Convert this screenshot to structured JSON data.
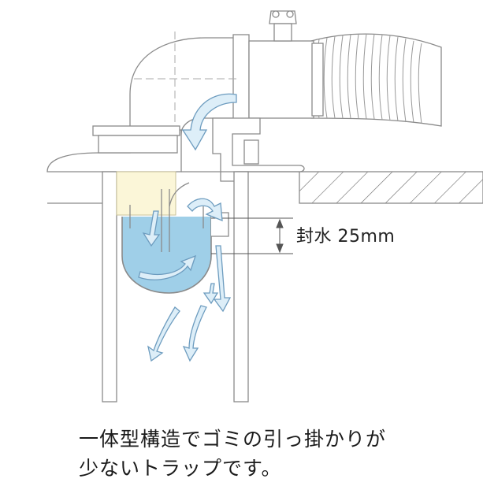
{
  "labels": {
    "water_seal": "封水 25mm"
  },
  "caption": {
    "line1": "一体型構造でゴミの引っ掛かりが",
    "line2": "少ないトラップです。"
  },
  "colors": {
    "line": "#8a8a8a",
    "water": "#9fcfe8",
    "water_edge": "#6fb1d6",
    "arrow_fill": "#ddeef8",
    "arrow_stroke": "#6d9cbf",
    "insulation": "#fbf6d8",
    "hatch": "#555555"
  }
}
